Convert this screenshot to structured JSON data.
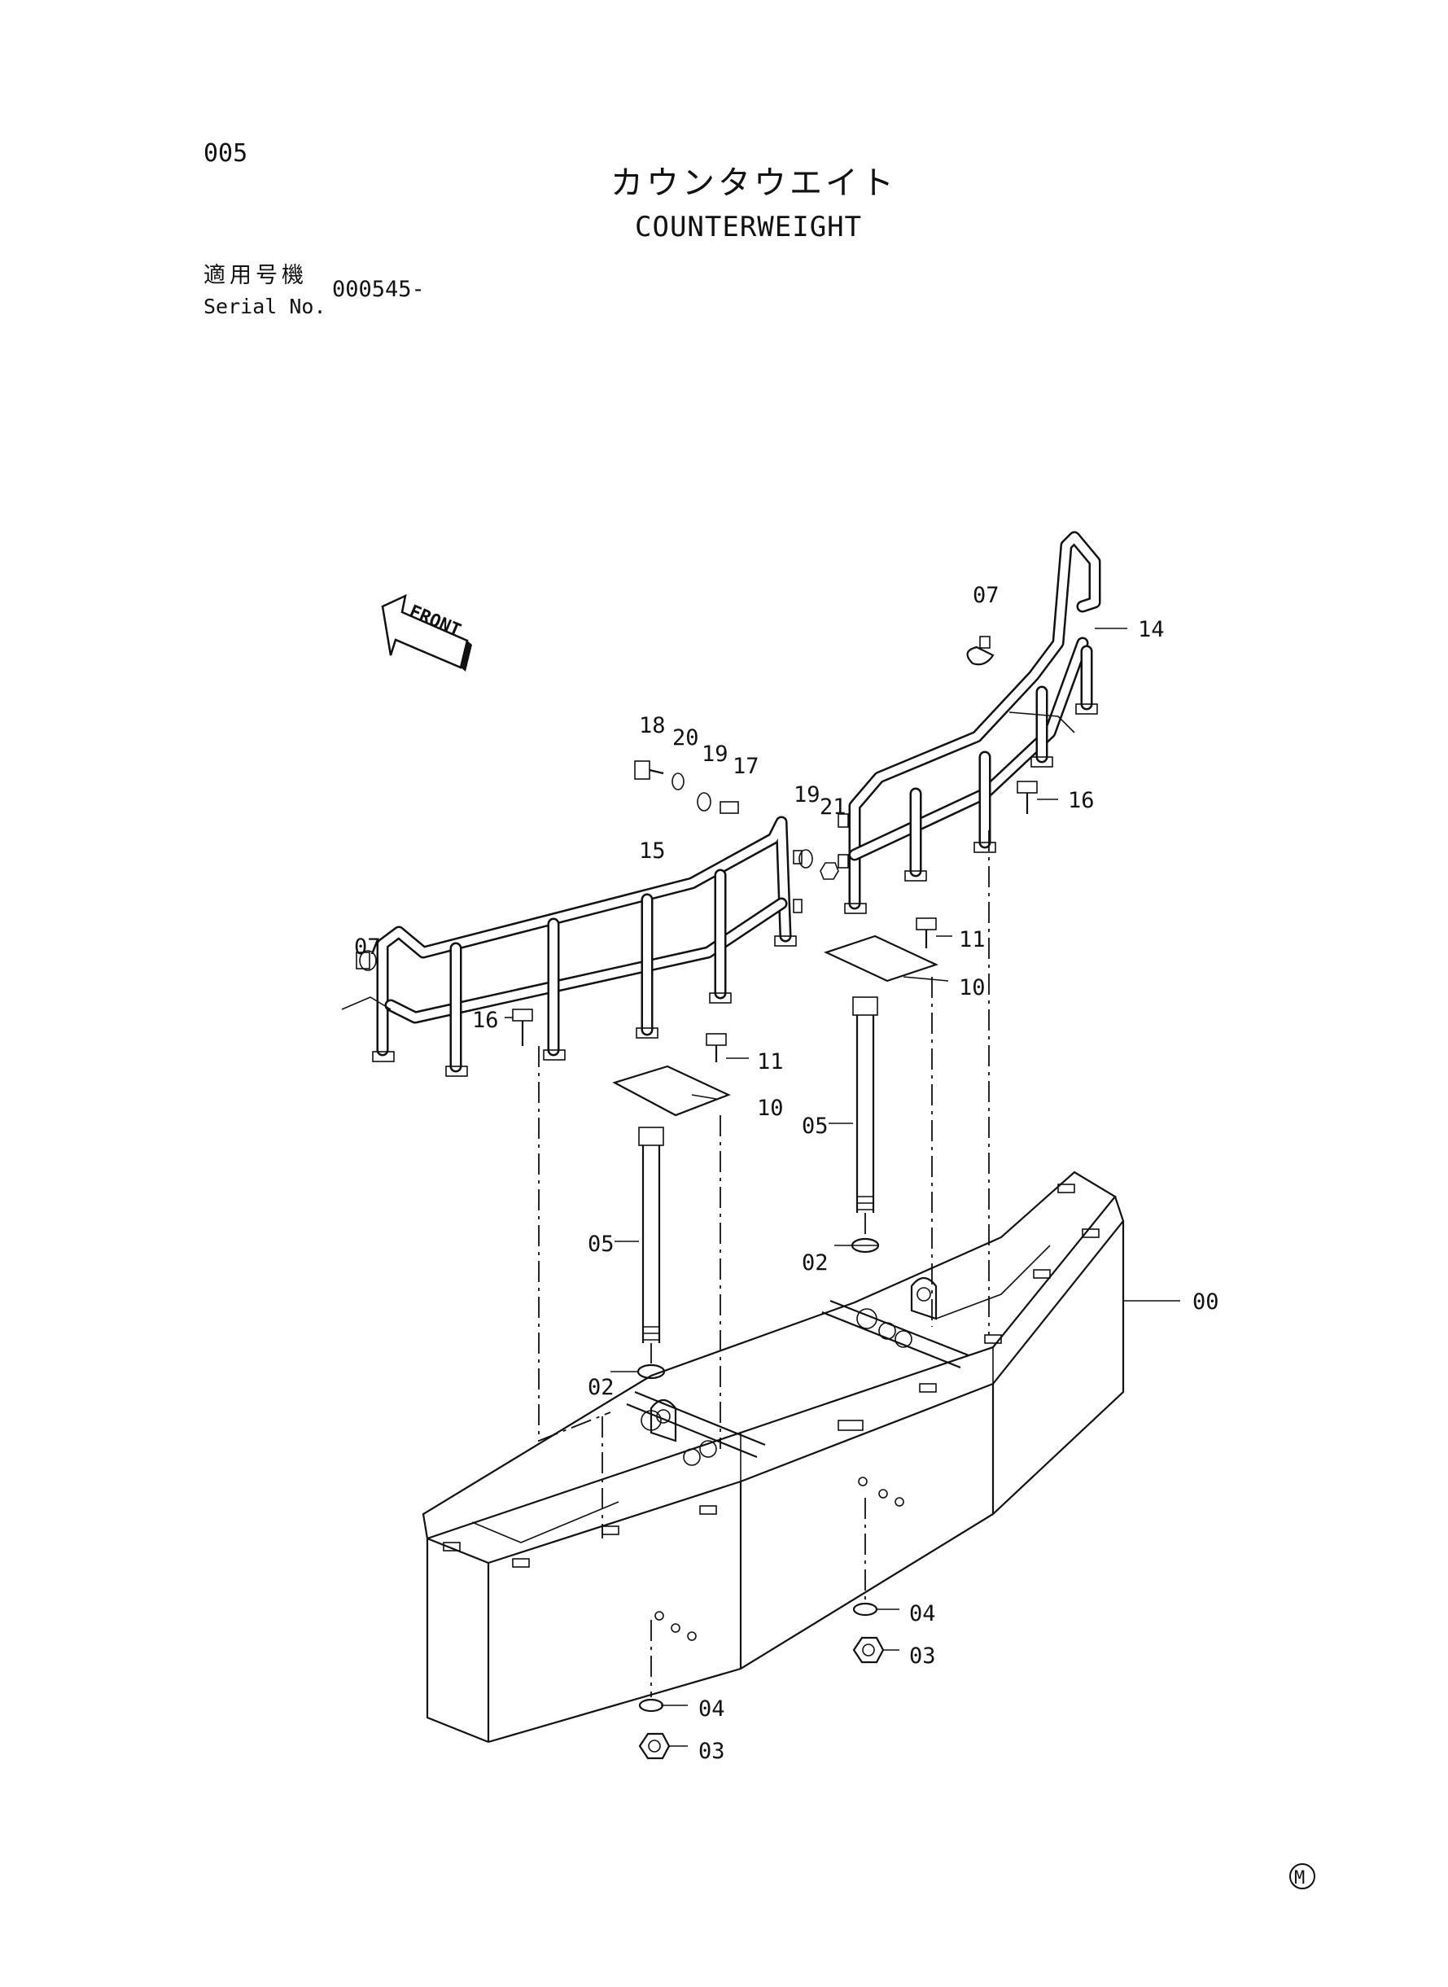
{
  "header": {
    "page_number": "005",
    "title_jp": "カウンタウエイト",
    "title_en": "COUNTERWEIGHT",
    "serial_label_jp": "適用号機",
    "serial_label_en": "Serial No.",
    "serial_value": "000545-"
  },
  "diagram": {
    "front_label": "FRONT",
    "part_labels": {
      "p00": "00",
      "p02a": "02",
      "p02b": "02",
      "p03a": "03",
      "p03b": "03",
      "p04a": "04",
      "p04b": "04",
      "p05a": "05",
      "p05b": "05",
      "p07a": "07",
      "p07b": "07",
      "p10a": "10",
      "p10b": "10",
      "p11a": "11",
      "p11b": "11",
      "p14": "14",
      "p15": "15",
      "p16a": "16",
      "p16b": "16",
      "p17": "17",
      "p18": "18",
      "p19a": "19",
      "p19b": "19",
      "p20": "20",
      "p21": "21"
    }
  },
  "footer": {
    "mark": "M"
  }
}
